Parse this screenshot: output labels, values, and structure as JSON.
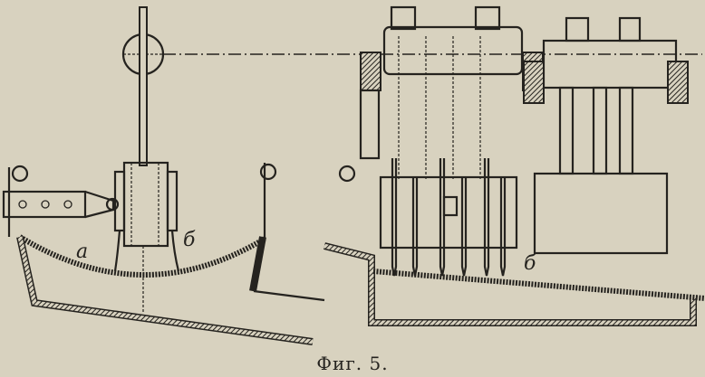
{
  "figure": {
    "caption": "Фиг. 5.",
    "labels": {
      "left_a": "а",
      "left_b": "б",
      "right_b": "б"
    }
  },
  "colors": {
    "paper": "#d8d2bf",
    "ink": "#25231f"
  }
}
